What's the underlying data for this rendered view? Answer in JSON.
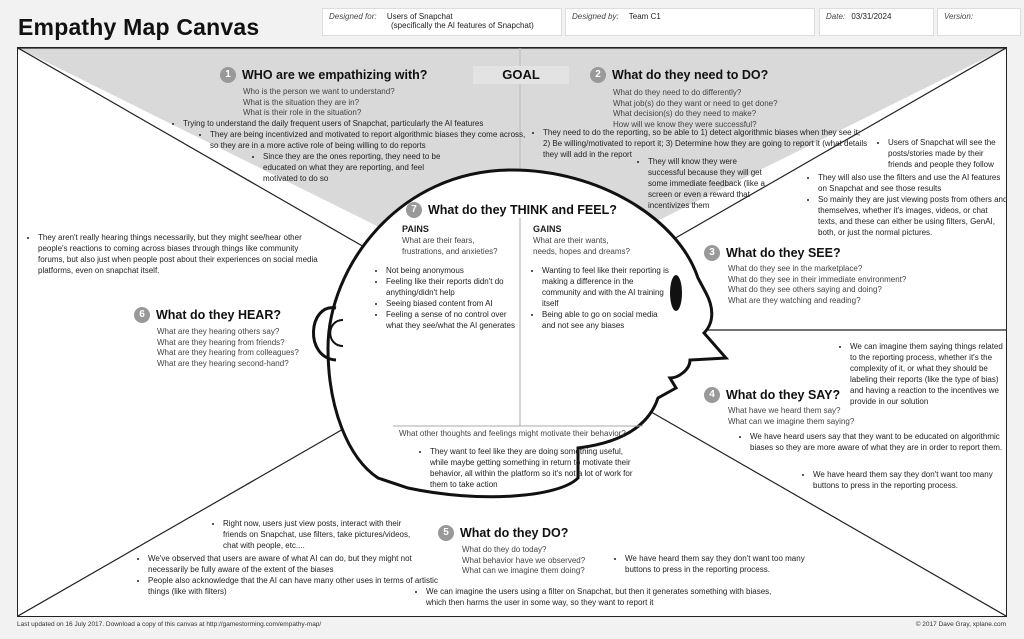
{
  "header": {
    "title": "Empathy Map Canvas",
    "designed_for_label": "Designed for:",
    "designed_for_line1": "Users of Snapchat",
    "designed_for_line2": "(specifically the AI features of Snapchat)",
    "designed_by_label": "Designed by:",
    "designed_by_value": "Team C1",
    "date_label": "Date:",
    "date_value": "03/31/2024",
    "version_label": "Version:"
  },
  "goal_label": "GOAL",
  "sections": {
    "who": {
      "number": "1",
      "title": "WHO are we empathizing with?",
      "sub": [
        "Who is the person we want to understand?",
        "What is the situation they are in?",
        "What is their role in the situation?"
      ],
      "notes": [
        "Trying to understand the daily frequent users of Snapchat, particularly the AI features",
        "They are being incentivized and motivated to report algorithmic biases they come across, so they are in a more active role of being willing to do reports",
        "Since they are the ones reporting, they need to be educated on what they are reporting, and feel motivated to do so"
      ]
    },
    "do_need": {
      "number": "2",
      "title": "What do they need to DO?",
      "sub": [
        "What do they need to do differently?",
        "What job(s) do they want or need to get done?",
        "What decision(s) do they need to make?",
        "How will we know they were successful?"
      ],
      "notes": [
        "They need to do the reporting, so be able to 1) detect algorithmic biases when they see it; 2) Be willing/motivated to report it; 3) Determine how they are going to report it (what details they will add in the report",
        "They will know they were successful because they will get some immediate feedback (like a screen or even a reward that incentivizes them"
      ]
    },
    "see": {
      "number": "3",
      "title": "What do they SEE?",
      "sub": [
        "What do they see in the marketplace?",
        "What do they see in their immediate environment?",
        "What do they see others saying and doing?",
        "What are they watching and reading?"
      ],
      "notes": [
        "Users of Snapchat will see the posts/stories made by their friends and people they follow",
        "They will also use the filters and use the AI features on Snapchat and see those results",
        "So mainly they are just viewing posts from others and themselves, whether it's images, videos, or chat texts, and these can either be using filters, GenAI, both, or just the normal pictures."
      ]
    },
    "say": {
      "number": "4",
      "title": "What do they SAY?",
      "sub": [
        "What have we heard them say?",
        "What can we imagine them saying?"
      ],
      "notes_top": "We can imagine them saying things related to the reporting process, whether it's the complexity of it, or what they should be labeling their reports (like the type of bias) and having a reaction to the incentives we provide in our solution",
      "notes_bottom": [
        "We have heard users say that they want to be educated on algorithmic biases so they are more aware of what they are in order to report them.",
        "We have heard them say they don't want too many buttons to press in the reporting process."
      ]
    },
    "do": {
      "number": "5",
      "title": "What do they DO?",
      "sub": [
        "What do they do today?",
        "What behavior have we observed?",
        "What can we imagine them doing?"
      ],
      "notes_left": [
        "Right now, users just view posts, interact with their friends on Snapchat, use filters, take pictures/videos, chat with people, etc....",
        "We've observed that users are aware of what AI can do, but they might not necessarily be fully aware of the extent of the biases",
        "People also acknowledge that the AI can have many other uses in terms of artistic things (like with filters)"
      ],
      "notes_right": "We have heard them say they don't want too many buttons to press in the reporting process.",
      "notes_bottom": "We can imagine the users using a filter on Snapchat, but then it generates something with biases, which then harms the user in some way, so they want to report it"
    },
    "hear": {
      "number": "6",
      "title": "What do they HEAR?",
      "sub": [
        "What are they hearing others say?",
        "What are they hearing from friends?",
        "What are they hearing from colleagues?",
        "What are they hearing second-hand?"
      ],
      "notes": "They aren't really hearing things necessarily, but they might see/hear other people's reactions to coming across biases through things like community forums, but also just when people post about their experiences on social media platforms, even on snapchat itself."
    },
    "think": {
      "number": "7",
      "title": "What do they THINK and FEEL?",
      "pains_title": "PAINS",
      "pains_sub": [
        "What are their fears,",
        "frustrations, and anxieties?"
      ],
      "pains": [
        "Not being anonymous",
        "Feeling like their reports didn't do anything/didn't help",
        "Seeing biased content from AI",
        "Feeling a sense of no control over what they see/what the AI generates"
      ],
      "gains_title": "GAINS",
      "gains_sub": [
        "What are their wants,",
        "needs, hopes and dreams?"
      ],
      "gains": [
        "Wanting to feel like their reporting is making a difference in the community and with the AI training itself",
        "Being able to go on social media and not see any biases"
      ],
      "other_q": "What other thoughts and feelings might motivate their behavior?",
      "other_note": "They want to feel like they are doing something useful, while maybe getting something in return to motivate their behavior, all within the platform so it's not a lot of work for them to take action"
    }
  },
  "footer": {
    "left": "Last updated on 16 July 2017. Download a copy of this canvas at http://gamestorming.com/empathy-map/",
    "right": "© 2017 Dave Gray, xplane.com"
  }
}
